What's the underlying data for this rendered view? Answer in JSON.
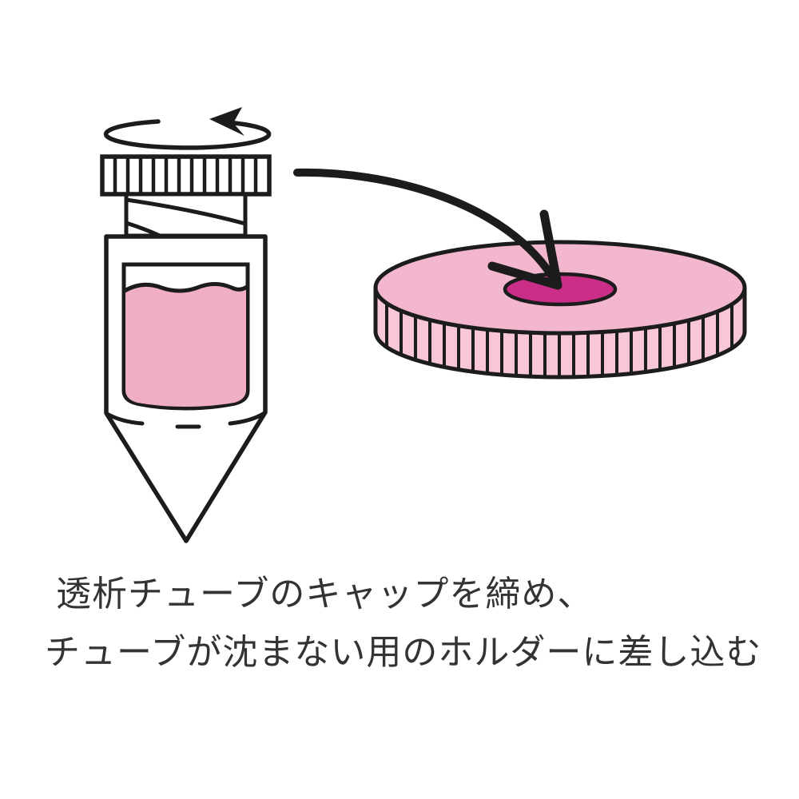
{
  "caption": {
    "line1": "透析チューブのキャップを締め、",
    "line2": "チューブが沈まない用のホルダーに差し込む"
  },
  "colors": {
    "outline": "#1c1c1c",
    "liquid_pink": "#f0aec6",
    "disc_top_pink": "#f2b7ce",
    "disc_side_pink": "#f7c6d8",
    "disc_hole_magenta": "#cb2e86",
    "text": "#333333",
    "background": "#ffffff"
  },
  "icons": {
    "rotation_arrow": "rotate-counterclockwise-arrow",
    "insert_arrow": "curved-insert-arrow"
  }
}
